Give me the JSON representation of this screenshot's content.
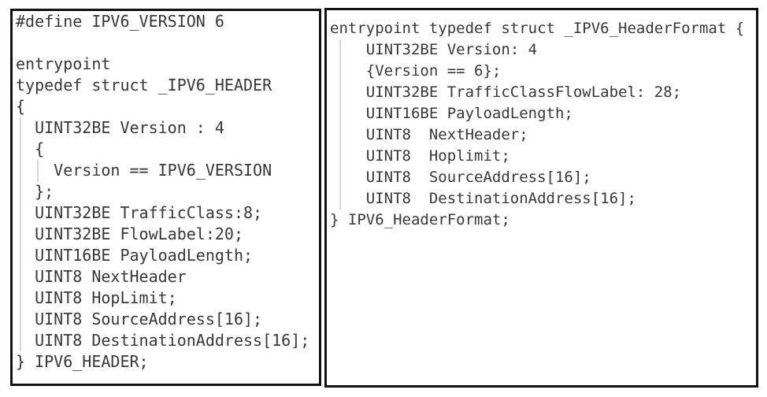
{
  "colors": {
    "background": "#ffffff",
    "panel_border": "#111111",
    "code_text": "#383838",
    "indent_guide": "#d8d8d8"
  },
  "panels": [
    {
      "name": "ipv6-header-template",
      "lines": [
        "#define IPV6_VERSION 6",
        "",
        "entrypoint",
        "typedef struct _IPV6_HEADER",
        "{",
        "  UINT32BE Version : 4",
        "  {",
        "    Version == IPV6_VERSION",
        "  };",
        "  UINT32BE TrafficClass:8;",
        "  UINT32BE FlowLabel:20;",
        "  UINT16BE PayloadLength;",
        "  UINT8 NextHeader",
        "  UINT8 HopLimit;",
        "  UINT8 SourceAddress[16];",
        "  UINT8 DestinationAddress[16];",
        "} IPV6_HEADER;"
      ]
    },
    {
      "name": "ipv6-headerformat-template",
      "lines": [
        "entrypoint typedef struct _IPV6_HeaderFormat {",
        "    UINT32BE Version: 4",
        "    {Version == 6};",
        "    UINT32BE TrafficClassFlowLabel: 28;",
        "    UINT16BE PayloadLength;",
        "    UINT8  NextHeader;",
        "    UINT8  Hoplimit;",
        "    UINT8  SourceAddress[16];",
        "    UINT8  DestinationAddress[16];",
        "} IPV6_HeaderFormat;"
      ]
    }
  ]
}
